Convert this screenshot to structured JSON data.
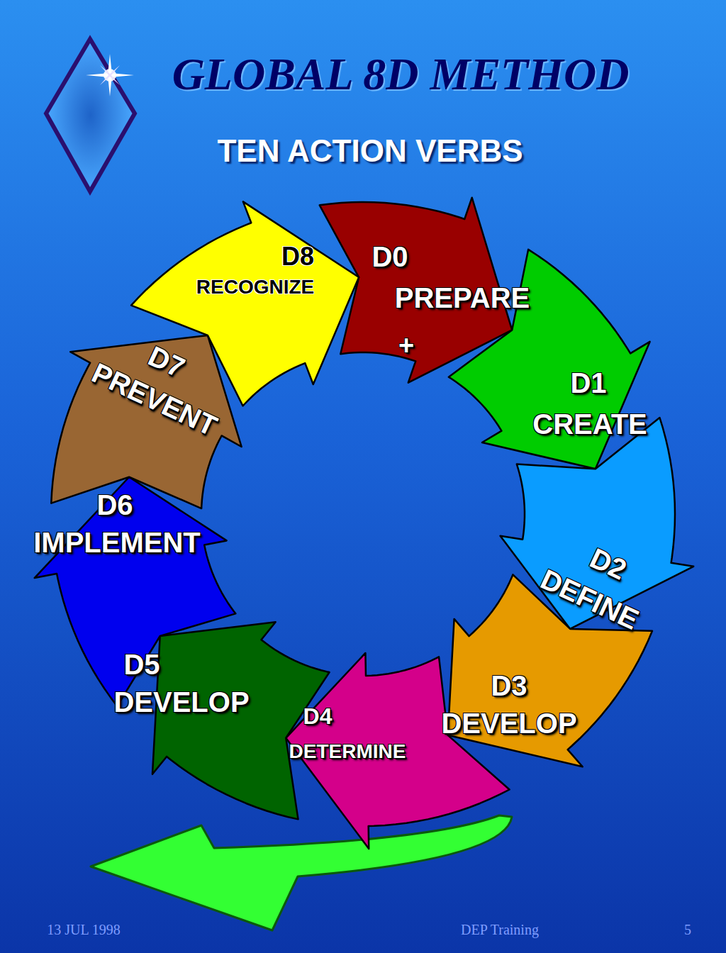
{
  "diagram": {
    "title": "GLOBAL 8D METHOD",
    "nodes": [
      {
        "text": [
          "D0",
          "PREPARE",
          "+"
        ]
      },
      {
        "text": [
          "D1",
          "CREATE"
        ]
      },
      {
        "text": [
          "D2",
          "DEFINE"
        ]
      },
      {
        "text": [
          "D3",
          "DEVELOP"
        ]
      },
      {
        "text": [
          "D4",
          "DETERMINE"
        ]
      },
      {
        "text": [
          "D5",
          "DEVELOP"
        ]
      },
      {
        "text": [
          "D6",
          "IMPLEMENT"
        ]
      },
      {
        "text": [
          "D7",
          "PREVENT"
        ]
      },
      {
        "text": [
          "D8",
          "RECOGNIZE"
        ]
      }
    ],
    "labels": [
      "TEN ACTION VERBS",
      "13 JUL 1998",
      "DEP Training",
      "5"
    ]
  }
}
